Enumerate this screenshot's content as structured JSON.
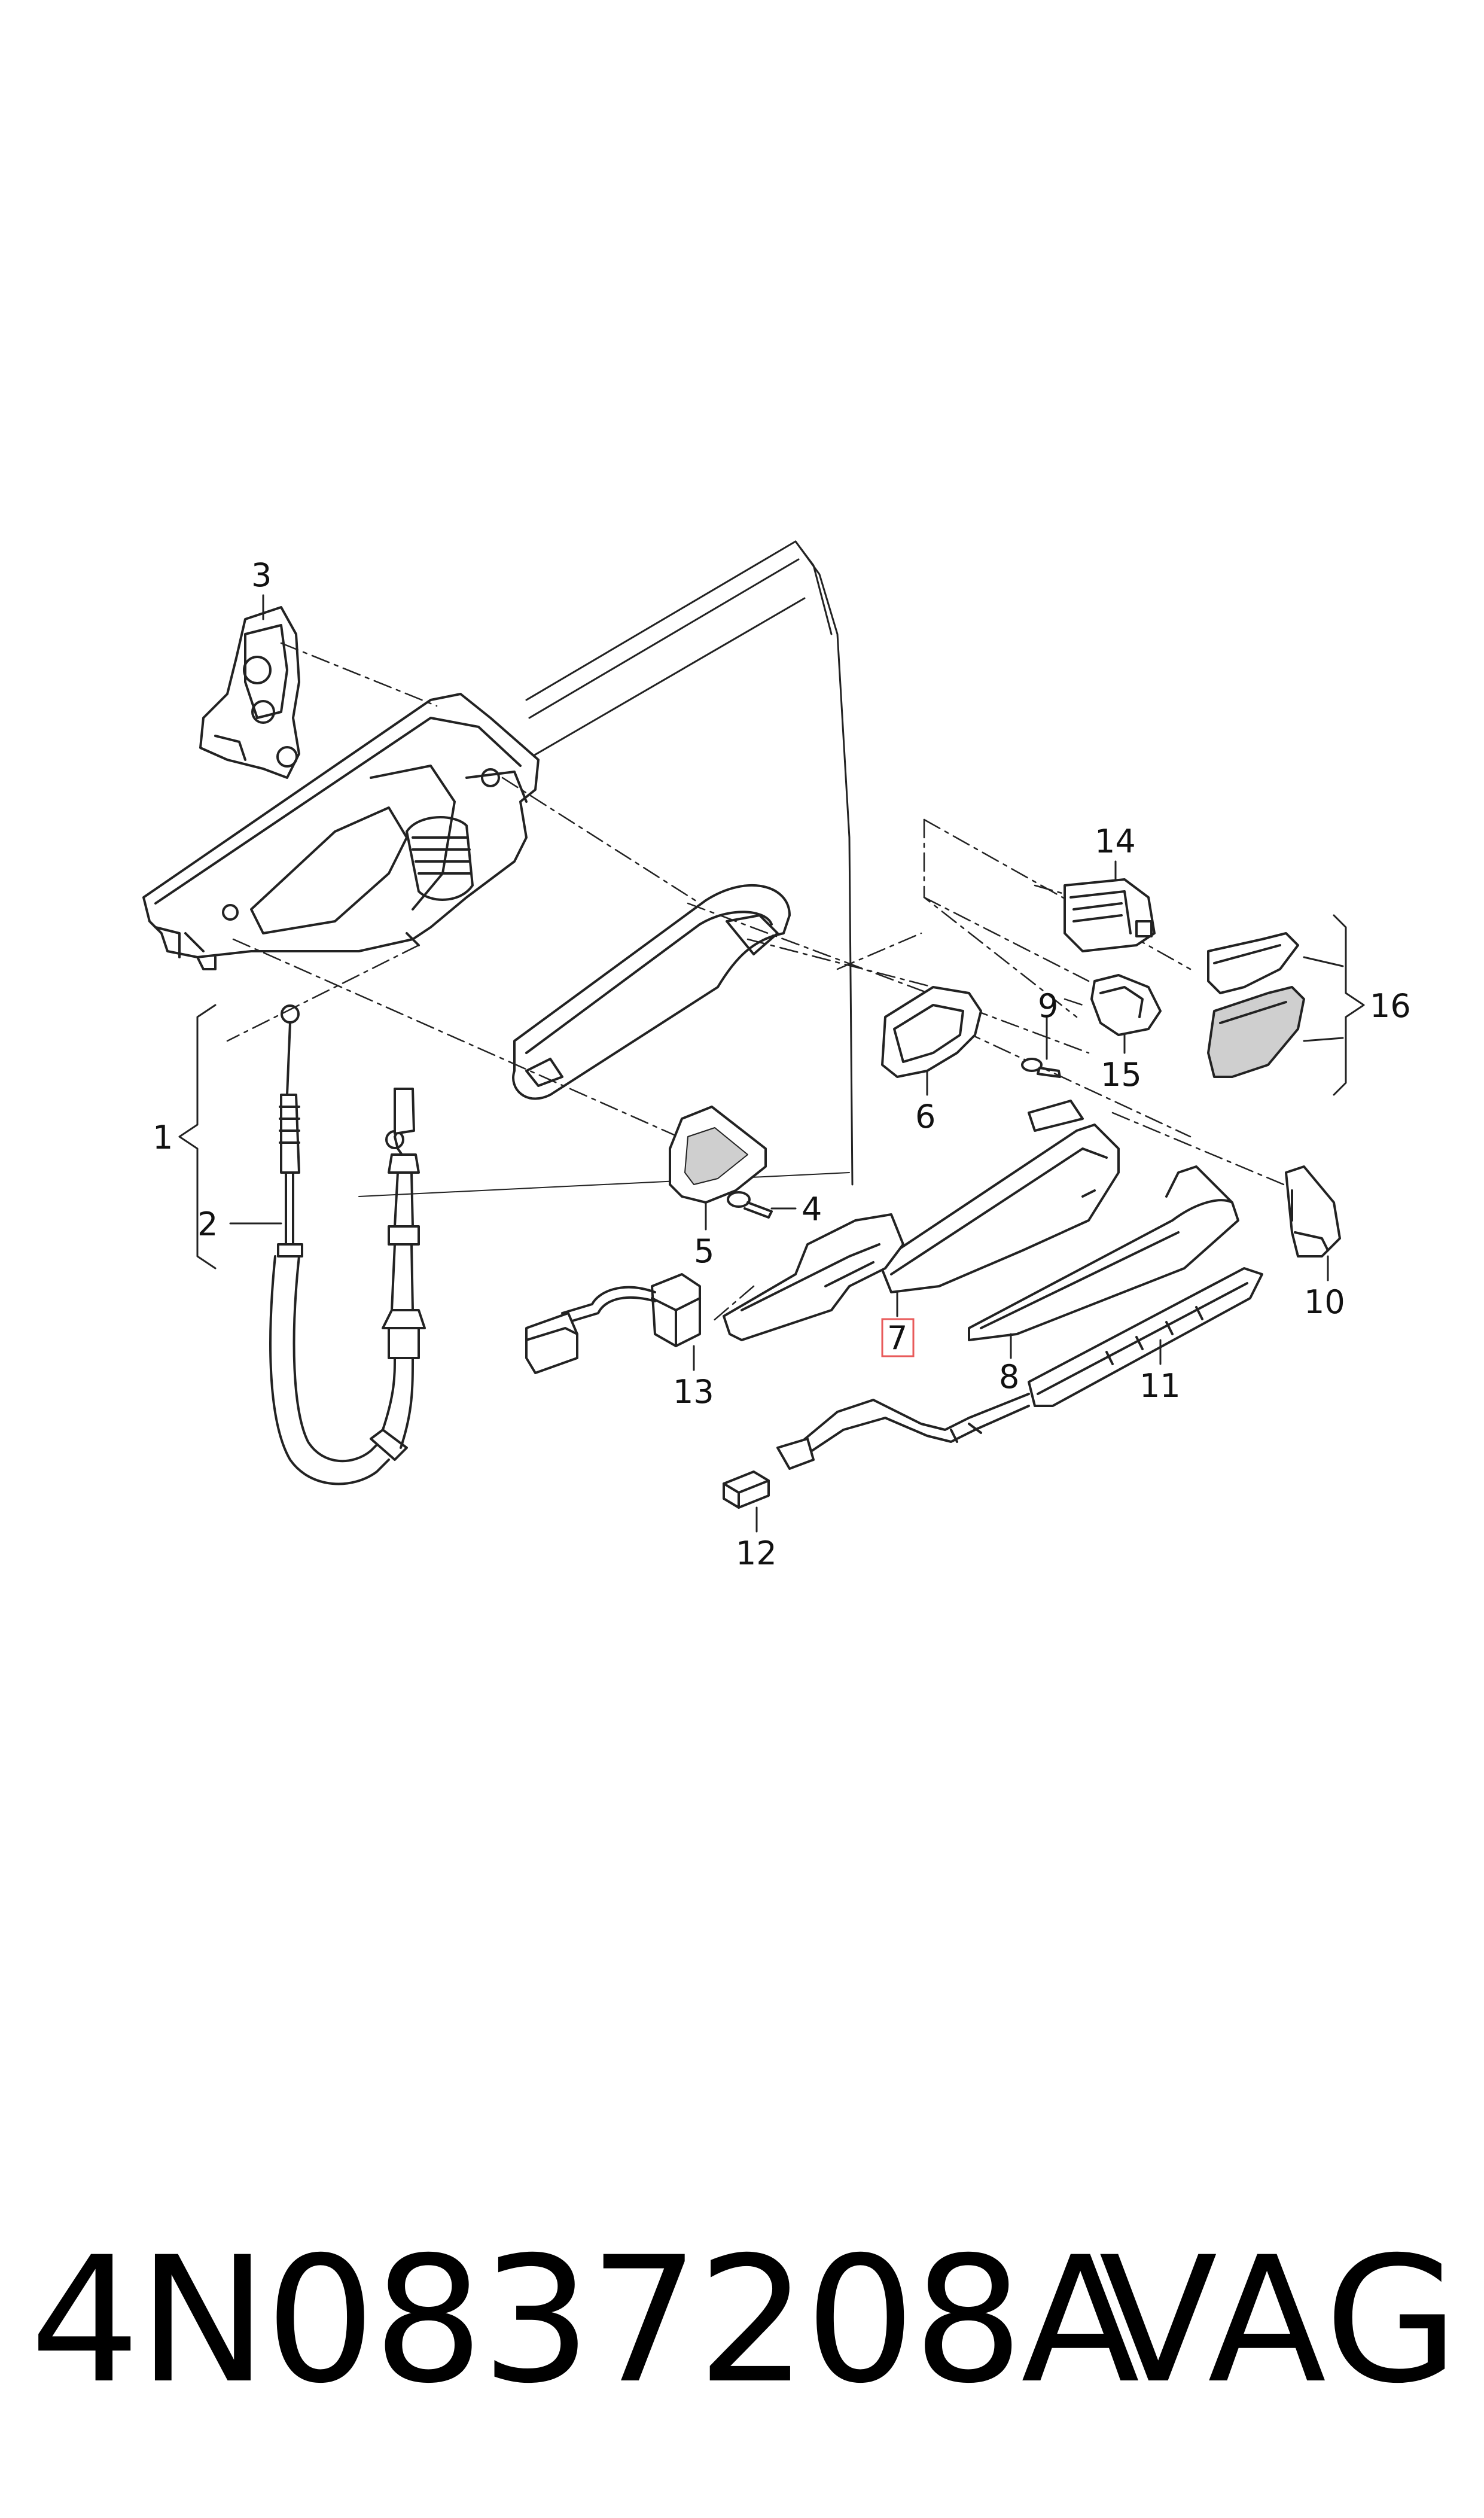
{
  "diagram": {
    "callouts": [
      {
        "id": "c1",
        "label": "1"
      },
      {
        "id": "c2",
        "label": "2"
      },
      {
        "id": "c3",
        "label": "3"
      },
      {
        "id": "c4",
        "label": "4"
      },
      {
        "id": "c5",
        "label": "5"
      },
      {
        "id": "c6",
        "label": "6"
      },
      {
        "id": "c7",
        "label": "7"
      },
      {
        "id": "c8",
        "label": "8"
      },
      {
        "id": "c9",
        "label": "9"
      },
      {
        "id": "c10",
        "label": "10"
      },
      {
        "id": "c11",
        "label": "11"
      },
      {
        "id": "c12",
        "label": "12"
      },
      {
        "id": "c13",
        "label": "13"
      },
      {
        "id": "c14",
        "label": "14"
      },
      {
        "id": "c15",
        "label": "15"
      },
      {
        "id": "c16",
        "label": "16"
      }
    ],
    "highlighted_callout": "7",
    "colors": {
      "line": "#222222",
      "part_fill": "#ffffff",
      "shade": "#cfcfcf",
      "highlight": "#e85a5a"
    }
  },
  "footer": {
    "part_number": "4N0837208A",
    "brand": "VAG"
  }
}
